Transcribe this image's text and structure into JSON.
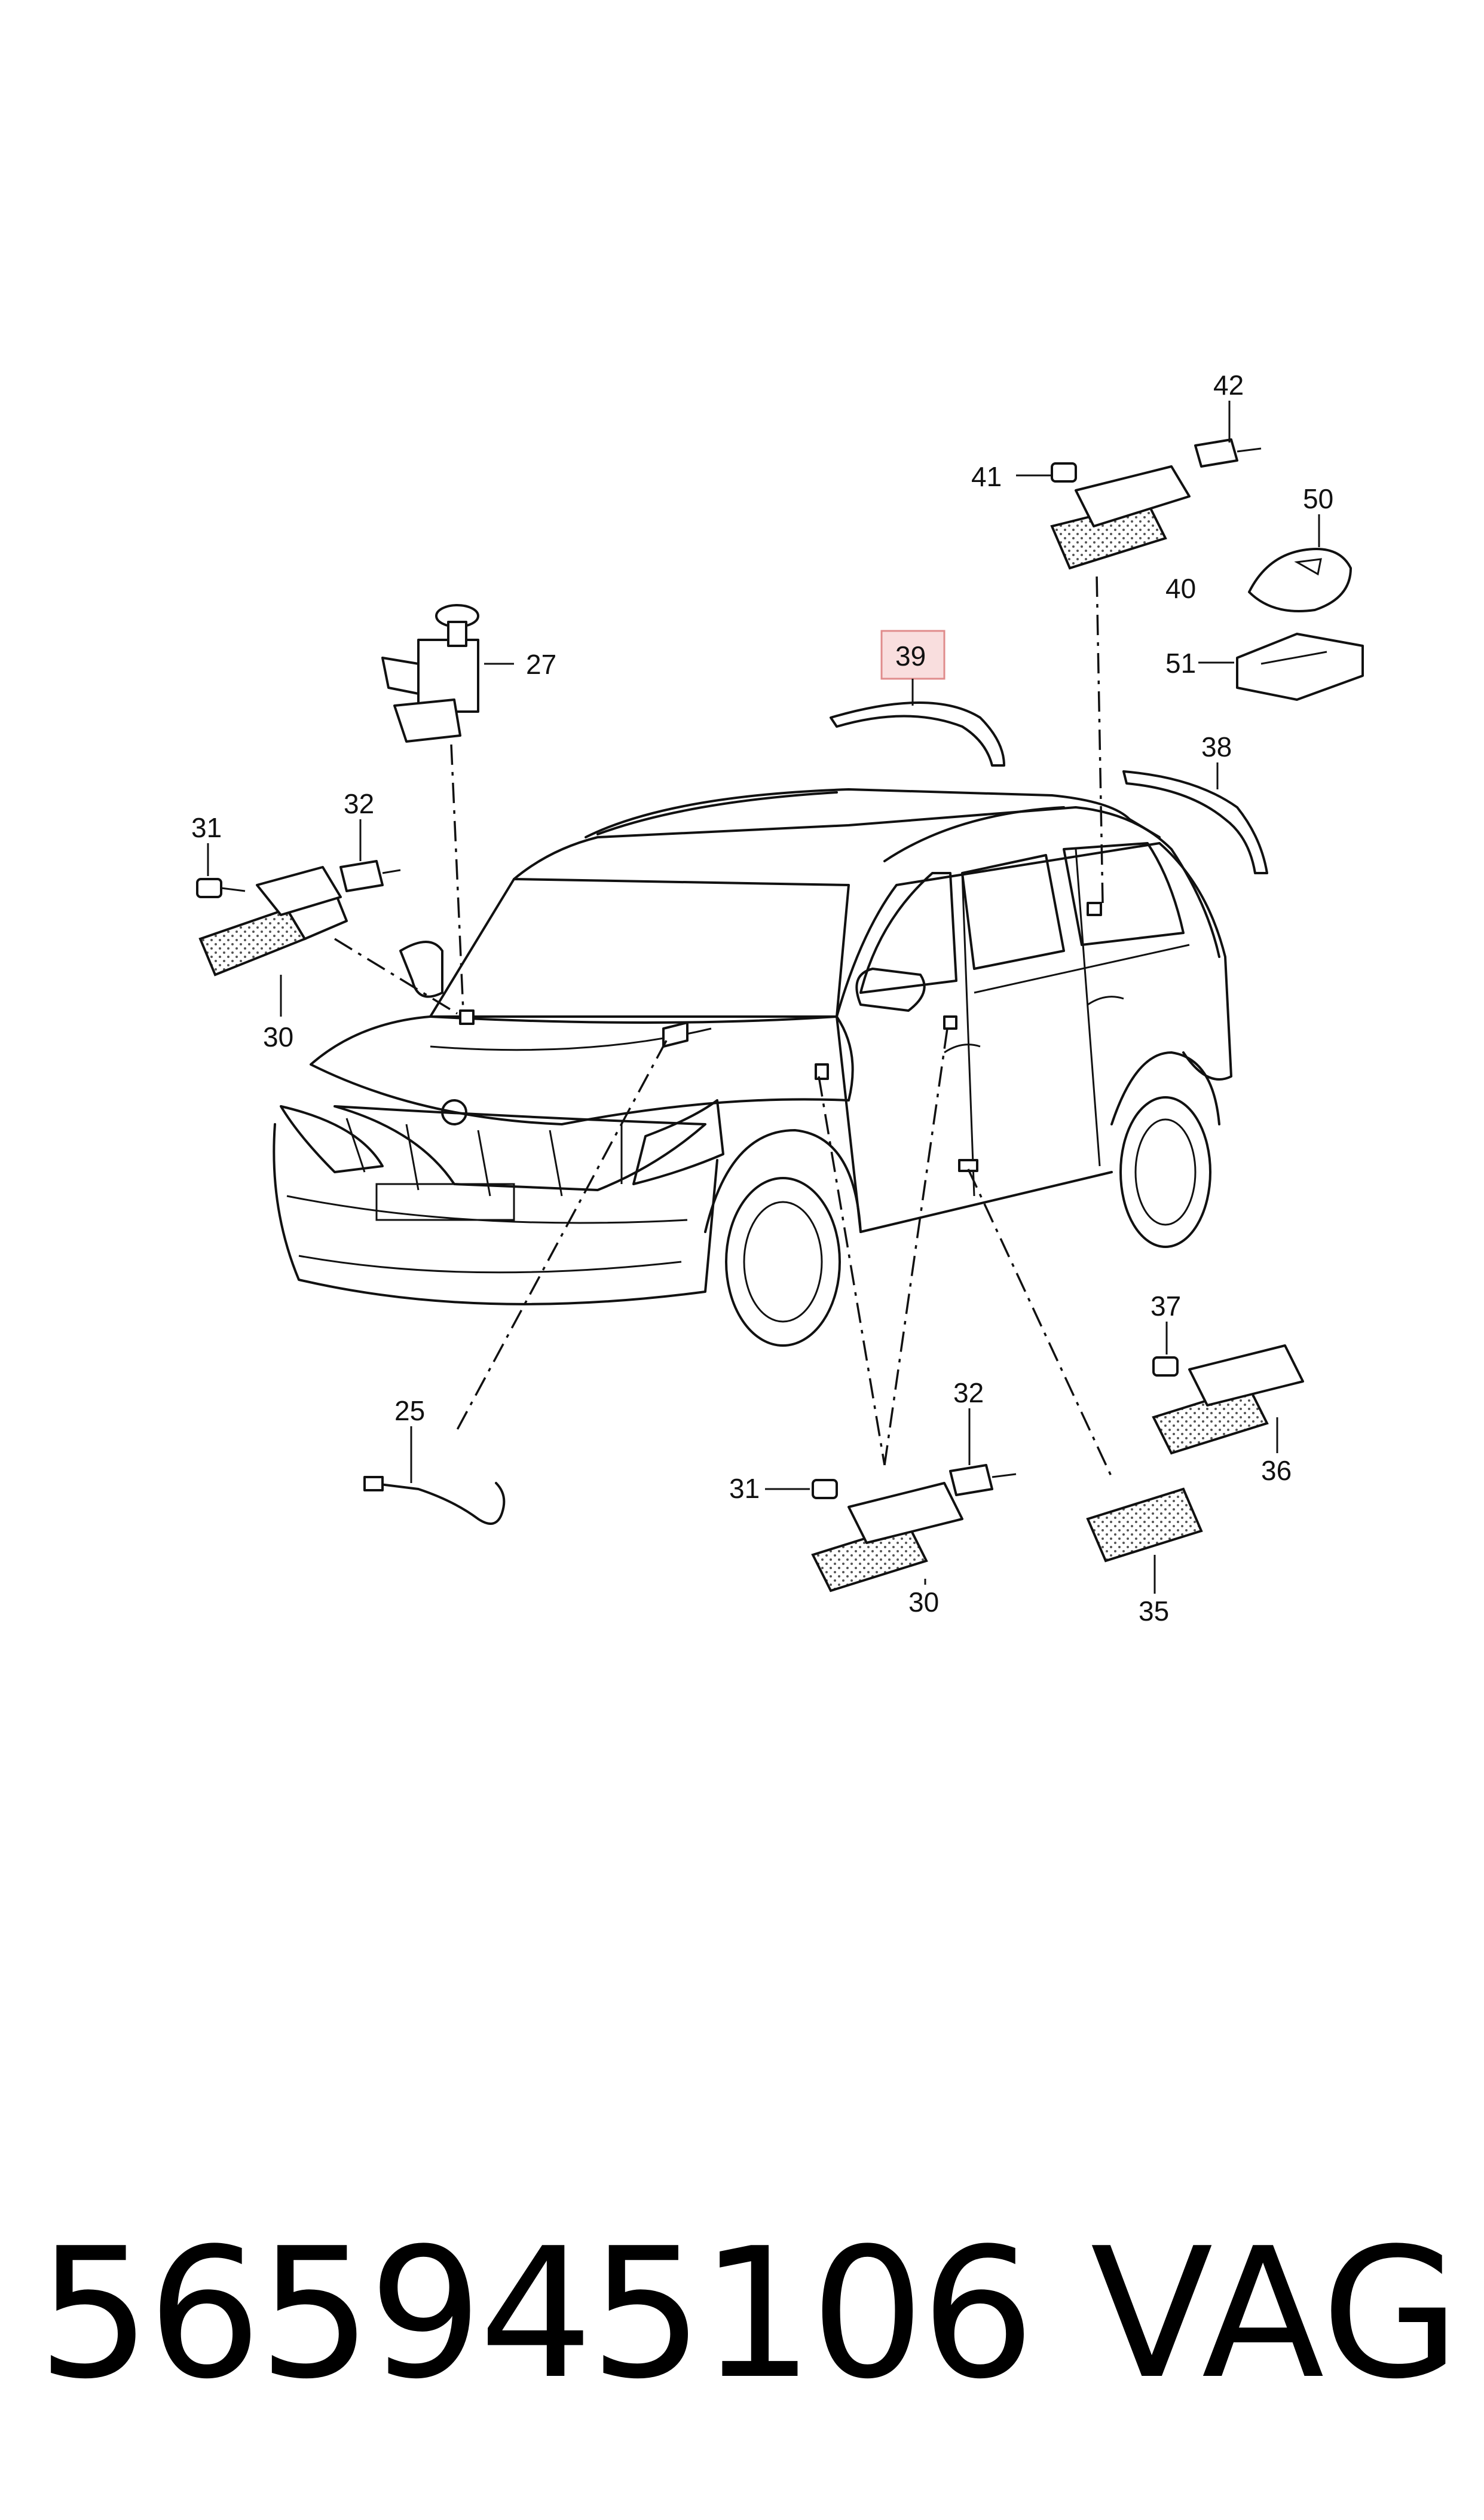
{
  "diagram": {
    "callouts": [
      {
        "id": "c25",
        "label": "25"
      },
      {
        "id": "c27",
        "label": "27"
      },
      {
        "id": "c30a",
        "label": "30"
      },
      {
        "id": "c31a",
        "label": "31"
      },
      {
        "id": "c32a",
        "label": "32"
      },
      {
        "id": "c30b",
        "label": "30"
      },
      {
        "id": "c31b",
        "label": "31"
      },
      {
        "id": "c32b",
        "label": "32"
      },
      {
        "id": "c35",
        "label": "35"
      },
      {
        "id": "c36",
        "label": "36"
      },
      {
        "id": "c37",
        "label": "37"
      },
      {
        "id": "c38",
        "label": "38"
      },
      {
        "id": "c39",
        "label": "39",
        "highlighted": true
      },
      {
        "id": "c40",
        "label": "40"
      },
      {
        "id": "c41",
        "label": "41"
      },
      {
        "id": "c42",
        "label": "42"
      },
      {
        "id": "c50",
        "label": "50"
      },
      {
        "id": "c51",
        "label": "51"
      }
    ],
    "highlight_color": "#f9dede"
  },
  "footer": {
    "part_number": "565945106",
    "manufacturer": "VAG"
  }
}
